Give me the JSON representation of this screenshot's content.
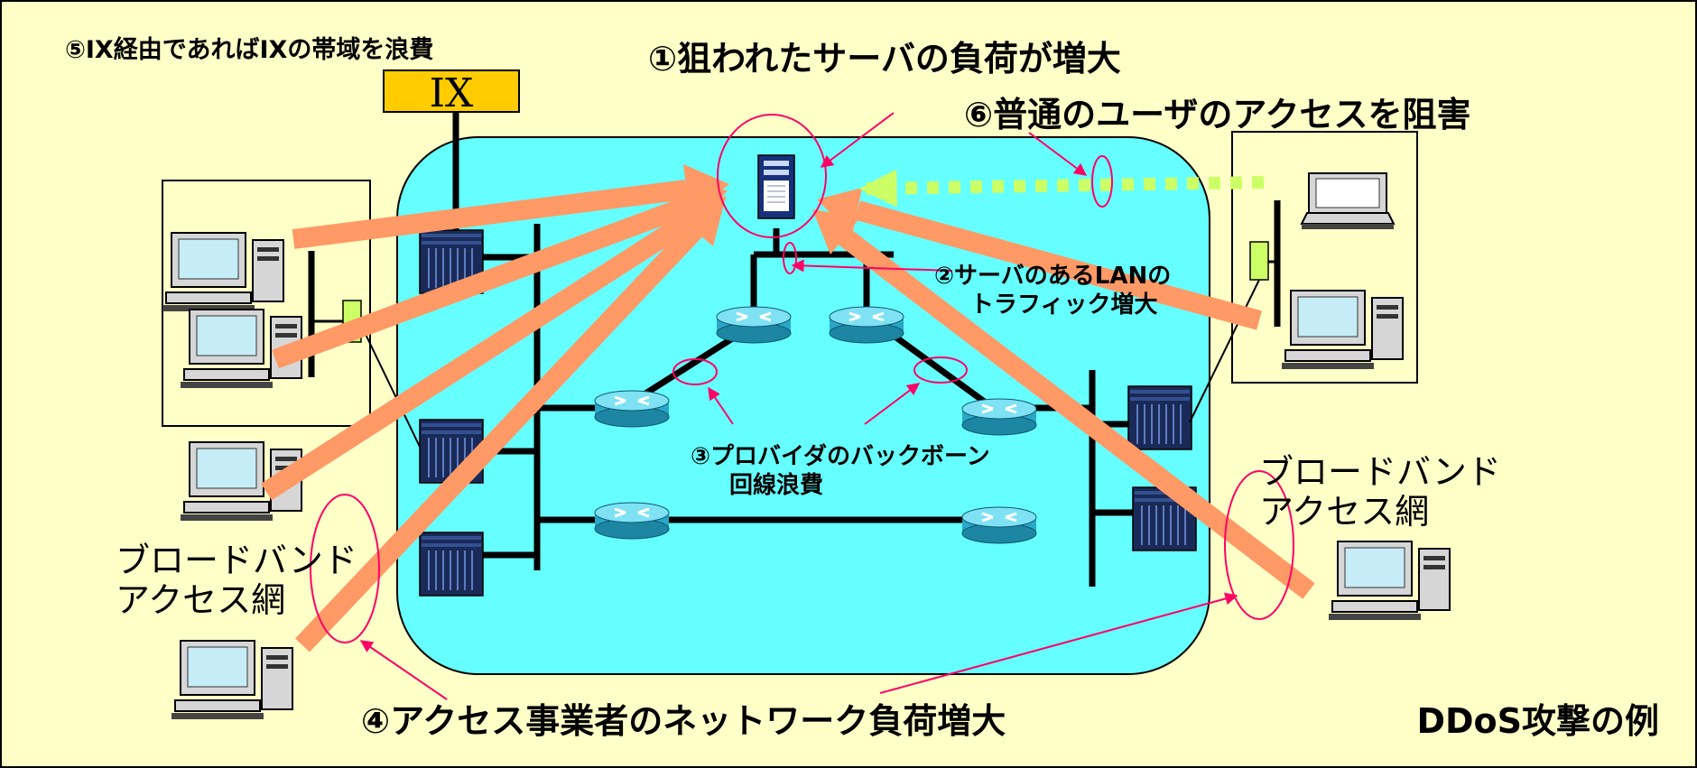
{
  "ix_label": "IX",
  "annotations": {
    "a1": "①狙われたサーバの負荷が増大",
    "a2_line1": "②サーバのあるLANの",
    "a2_line2": "トラフィック増大",
    "a3_line1": "③プロバイダのバックボーン",
    "a3_line2": "回線浪費",
    "a4": "④アクセス事業者のネットワーク負荷増大",
    "a5": "⑤IX経由であればIXの帯域を浪費",
    "a6": "⑥普通のユーザのアクセスを阻害"
  },
  "broadband_left": {
    "line1": "ブロードバンド",
    "line2": "アクセス網"
  },
  "broadband_right": {
    "line1": "ブロードバンド",
    "line2": "アクセス網"
  },
  "title": "DDoS攻撃の例",
  "colors": {
    "background": "#ffffc8",
    "backbone": "#66ffff",
    "ix": "#ffcc00",
    "attack_arrow": "#ff9966",
    "legit_arrow": "#ccff66",
    "highlight": "#ff0066"
  },
  "icons": [
    "server-icon",
    "router-icon",
    "switch-icon",
    "desktop-pc-icon",
    "laptop-icon",
    "hub-icon"
  ]
}
